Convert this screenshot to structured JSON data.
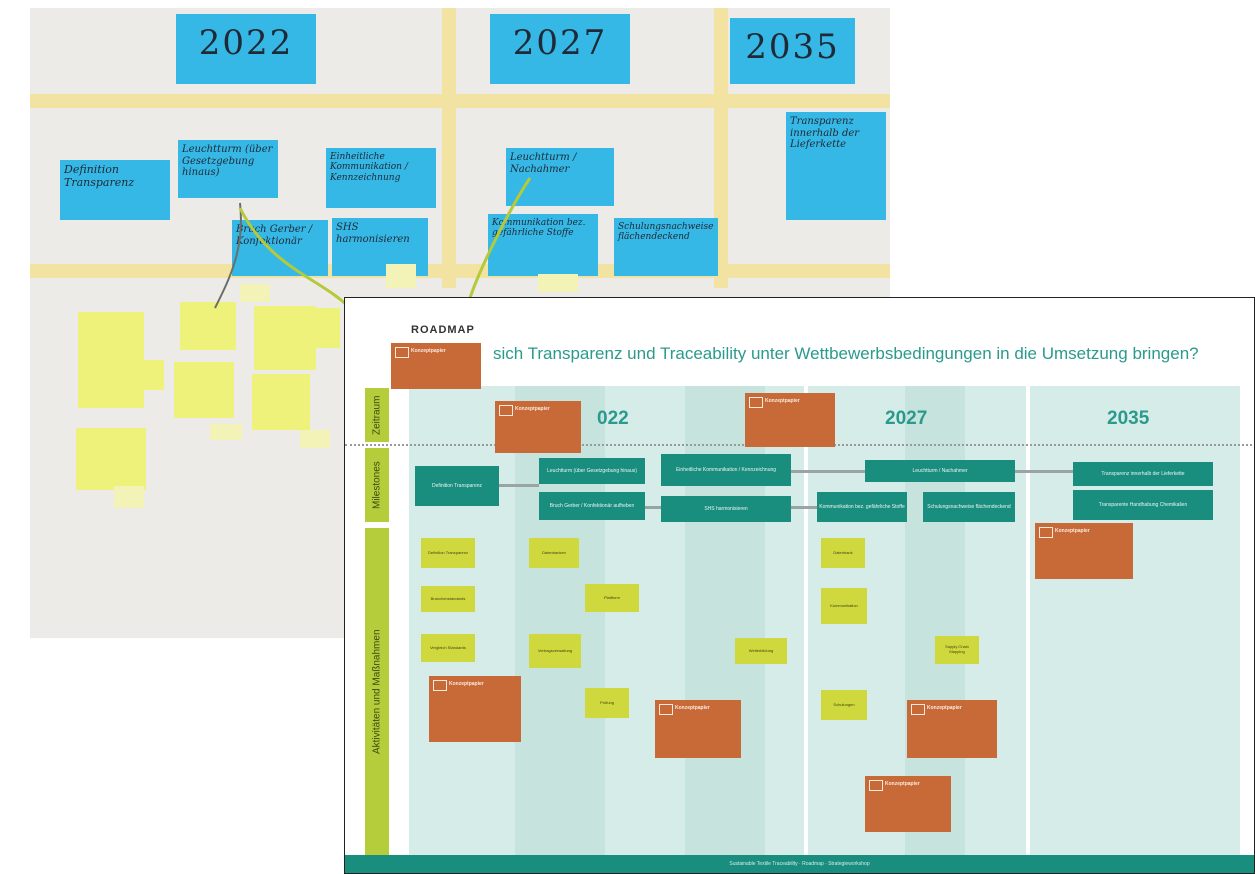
{
  "photo": {
    "year_notes": [
      "2022",
      "2027",
      "2035"
    ],
    "blue_notes": [
      "Definition Transparenz",
      "Leuchtturm (über Gesetzgebung hinaus)",
      "Einheitliche Kommunikation / Kennzeichnung",
      "Leuchtturm / Nachahmer",
      "Transparenz innerhalb der Lieferkette",
      "Bruch Gerber / Konfektionär",
      "SHS harmonisieren",
      "Kommunikation bez. gefährliche Stoffe",
      "Schulungsnachweise flächendeckend"
    ]
  },
  "roadmap": {
    "title": "ROADMAP",
    "question": "sich Transparenz und Traceability unter Wettbewerbsbedingungen in die Umsetzung bringen?",
    "years": [
      "022",
      "2027",
      "2035"
    ],
    "row_labels": {
      "zeitraum": "Zeitraum",
      "milestones": "Milestones",
      "aktivitaeten": "Aktivitäten und Maßnahmen"
    },
    "concept_label": "Konzeptpapier",
    "milestones": [
      "Definition Transparenz",
      "Leuchtturm (über Gesetzgebung hinaus)",
      "Einheitliche Kommunikation / Kennzeichnung",
      "Bruch Gerber / Konfektionär aufheben",
      "SHS harmonisieren",
      "Leuchtturm / Nachahmer",
      "Kommunikation bez. gefährliche Stoffe",
      "Schulungsnachweise flächendeckend",
      "Transparenz innerhalb der Lieferkette",
      "Transparente Handhabung Chemikalien"
    ],
    "activities": [
      "Definition Transparenz",
      "Branchenstandards",
      "Vergleich Standards",
      "Datenbanken",
      "Vertragsverwaltung",
      "Plattform",
      "Prüfung",
      "Weiterbildung",
      "Datenbank",
      "Kommunikation",
      "Schulungen",
      "Supply Chain Mapping"
    ],
    "footer": "Sustainable Textile Traceability · Roadmap · Strategieworkshop"
  }
}
